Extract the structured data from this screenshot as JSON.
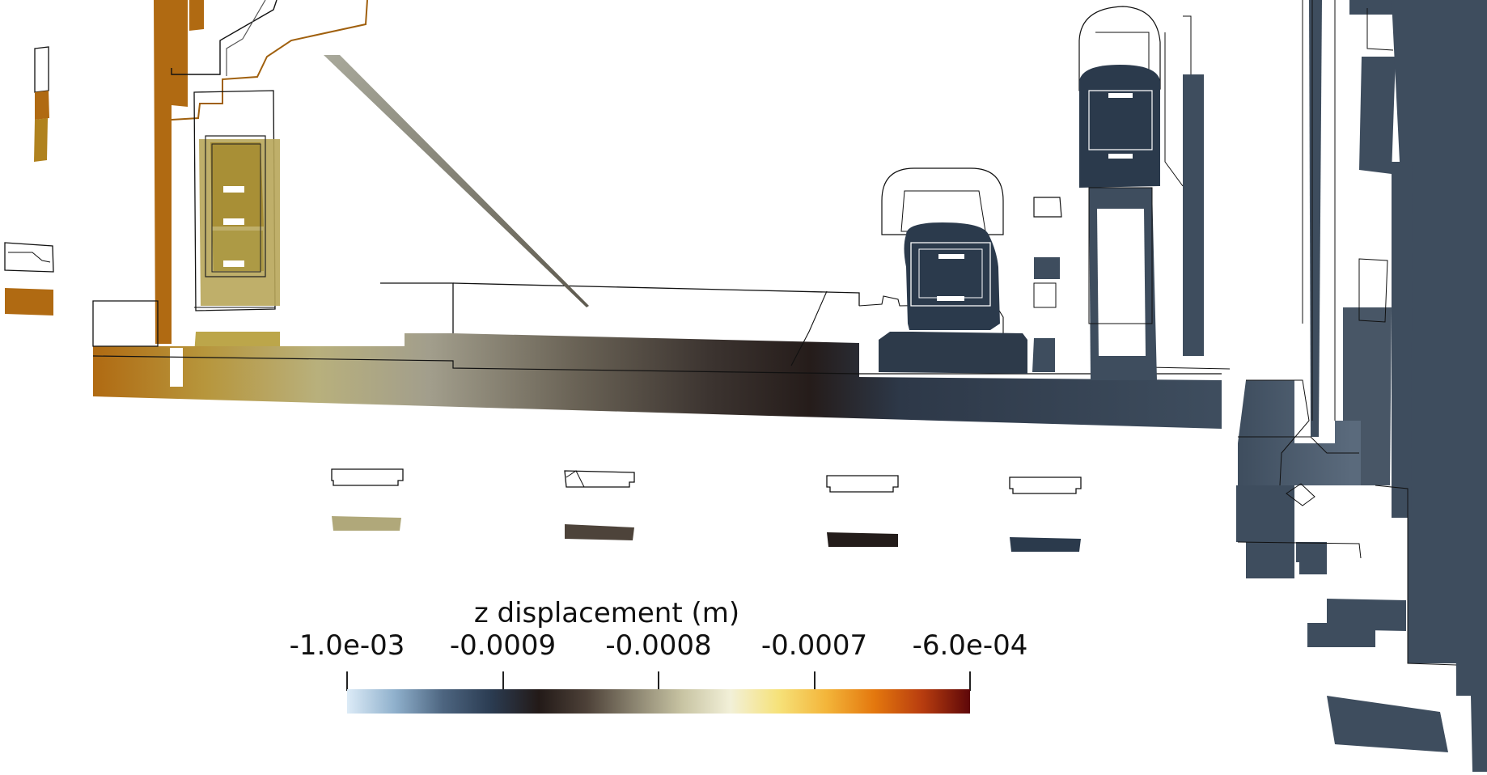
{
  "colorbar": {
    "title": "z displacement (m)",
    "ticks": [
      {
        "label": "-1.0e-03",
        "value": -0.001
      },
      {
        "label": "-0.0009",
        "value": -0.0009
      },
      {
        "label": "-0.0008",
        "value": -0.0008
      },
      {
        "label": "-0.0007",
        "value": -0.0007
      },
      {
        "label": "-6.0e-04",
        "value": -0.0006
      }
    ],
    "range": [
      -0.001,
      -0.0006
    ],
    "colormap": [
      "#dcebf7",
      "#8fb0cc",
      "#4d6580",
      "#2b3c52",
      "#231a18",
      "#4d4138",
      "#8b8470",
      "#c8c4a3",
      "#f2f0d8",
      "#f6e27a",
      "#f3b53a",
      "#e4780e",
      "#b83d0f",
      "#5e0709"
    ]
  },
  "colors": {
    "outline": "#111111",
    "orange": "#b06a12",
    "olive": "#b4a04a",
    "khaki": "#b9b07a",
    "taupe": "#6a6356",
    "dark": "#251c1a",
    "slate": "#3e4d5e",
    "slate_dark": "#2b3a4c"
  }
}
